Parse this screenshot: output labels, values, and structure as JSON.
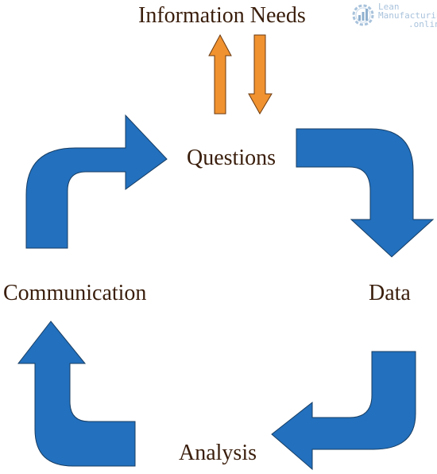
{
  "diagram": {
    "top_label": "Information Needs",
    "nodes": {
      "questions": "Questions",
      "data": "Data",
      "analysis": "Analysis",
      "communication": "Communication"
    }
  },
  "logo": {
    "line1": "Lean",
    "line2": "Manufacturing",
    "line3": ".online"
  },
  "colors": {
    "cycle_arrow": "#2270be",
    "cycle_stroke": "#173d63",
    "need_arrow": "#f0922f",
    "need_stroke": "#6b3a10",
    "label_text": "#3a1e0c",
    "logo": "#a9c3dc"
  }
}
